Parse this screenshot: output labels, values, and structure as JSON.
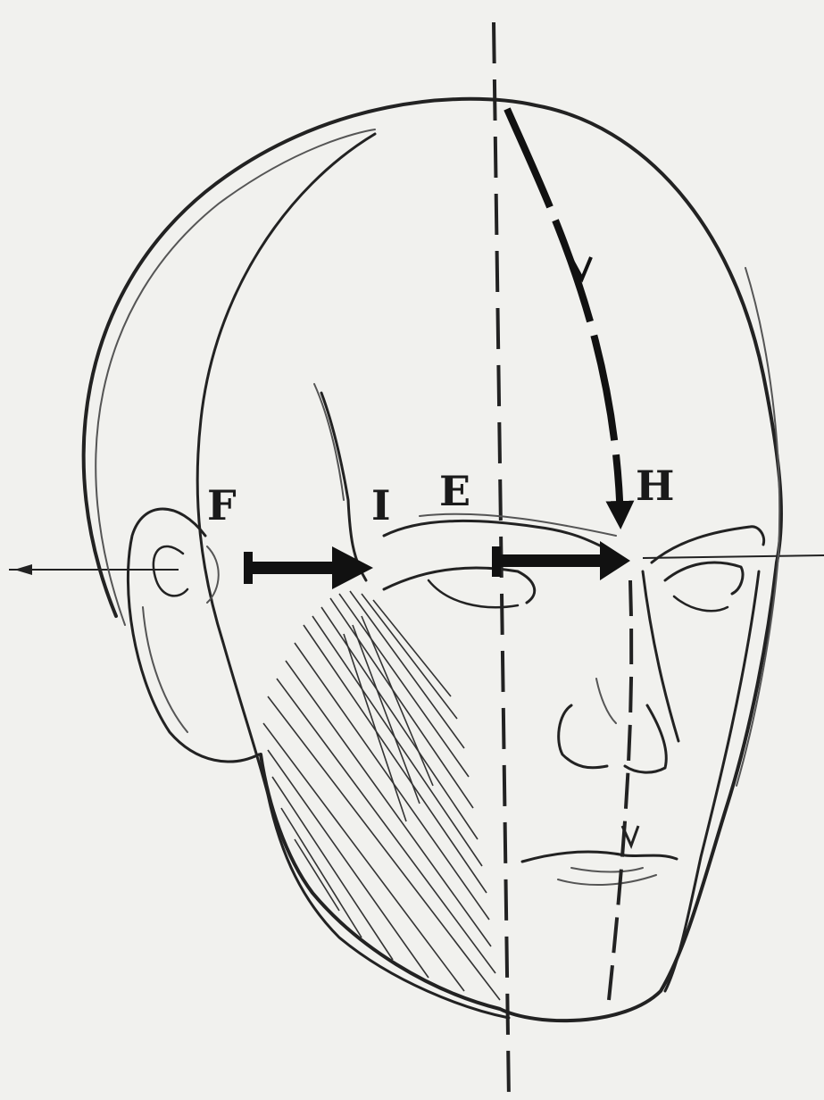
{
  "diagram": {
    "labels": {
      "F": "F",
      "I": "I",
      "E": "E",
      "H": "H"
    },
    "colors": {
      "paper": "#f1f1ee",
      "ink": "#222222"
    }
  }
}
